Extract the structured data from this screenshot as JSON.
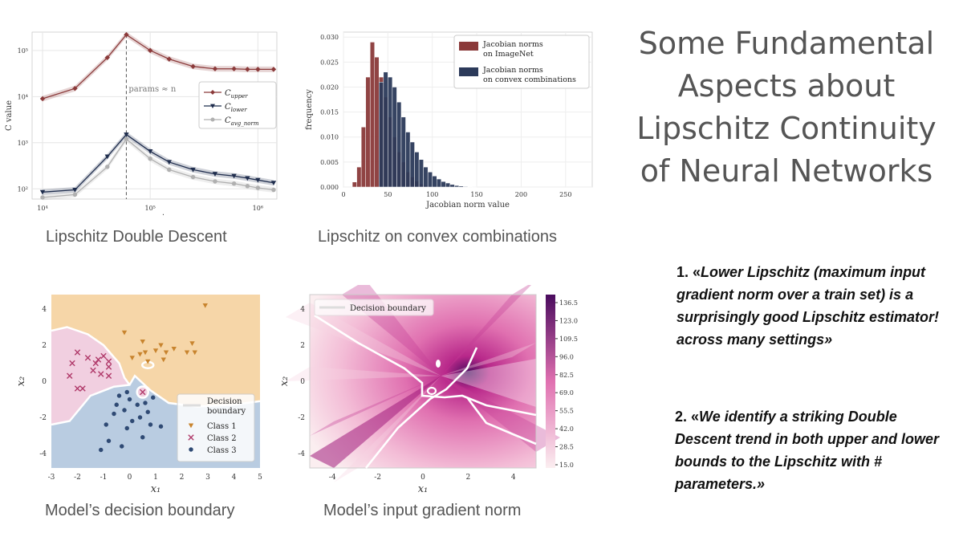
{
  "title": "Some Fundamental Aspects about Lipschitz Continuity of Neural Networks",
  "captions": {
    "double_descent": "Lipschitz Double Descent",
    "convex": "Lipschitz on convex combinations",
    "decision": "Model’s decision boundary",
    "gradient": "Model’s input gradient norm"
  },
  "points": [
    {
      "num": "1. «",
      "text": "Lower Lipschitz (maximum input gradient norm over a train set) is a surprisingly good Lipschitz estimator! across many settings»"
    },
    {
      "num": "2. «",
      "text": "We identify a striking Double Descent trend in both upper and lower bounds to the Lipschitz with # parameters.»"
    }
  ],
  "chart_data": [
    {
      "type": "line",
      "xlabel": "parameters",
      "ylabel": "C value",
      "xscale": "log",
      "yscale": "log",
      "xlim": [
        8000,
        1500000
      ],
      "ylim": [
        60,
        250000
      ],
      "xticks": [
        "10⁴",
        "10⁵",
        "10⁶"
      ],
      "yticks": [
        "10²",
        "10³",
        "10⁴",
        "10⁵"
      ],
      "grid": true,
      "legend_position": "right",
      "annotation": "params ≈ n",
      "vline_x": 60000,
      "series": [
        {
          "name": "C_upper",
          "color": "#8b3a3a",
          "marker": "diamond",
          "x": [
            10000,
            20000,
            40000,
            60000,
            100000,
            150000,
            250000,
            400000,
            600000,
            800000,
            1000000,
            1400000
          ],
          "y": [
            9000,
            15000,
            70000,
            220000,
            100000,
            65000,
            45000,
            40000,
            40000,
            39000,
            39000,
            39000
          ]
        },
        {
          "name": "C_lower",
          "color": "#1f2d4d",
          "marker": "triangle-down",
          "x": [
            10000,
            20000,
            40000,
            60000,
            100000,
            150000,
            250000,
            400000,
            600000,
            800000,
            1000000,
            1400000
          ],
          "y": [
            85,
            95,
            500,
            1500,
            650,
            380,
            260,
            210,
            190,
            170,
            155,
            135
          ]
        },
        {
          "name": "C_avg_norm",
          "color": "#b0b0b0",
          "marker": "circle",
          "x": [
            10000,
            20000,
            40000,
            60000,
            100000,
            150000,
            250000,
            400000,
            600000,
            800000,
            1000000,
            1400000
          ],
          "y": [
            65,
            75,
            300,
            1200,
            450,
            260,
            180,
            145,
            130,
            115,
            105,
            95
          ]
        }
      ]
    },
    {
      "type": "bar",
      "subtype": "histogram",
      "xlabel": "Jacobian norm value",
      "ylabel": "frequency",
      "xlim": [
        0,
        280
      ],
      "ylim": [
        0,
        0.031
      ],
      "xticks": [
        0,
        50,
        100,
        150,
        200,
        250
      ],
      "yticks": [
        "0.000",
        "0.005",
        "0.010",
        "0.015",
        "0.020",
        "0.025",
        "0.030"
      ],
      "bin_width": 5,
      "legend_position": "top-right",
      "series": [
        {
          "name": "Jacobian norms on ImageNet",
          "color": "#8b3a3a",
          "bin_start": [
            10,
            15,
            20,
            25,
            30,
            35,
            40,
            45,
            50,
            55,
            60,
            65,
            70,
            75,
            80,
            85,
            90,
            95
          ],
          "values": [
            0.001,
            0.004,
            0.012,
            0.022,
            0.029,
            0.026,
            0.022,
            0.018,
            0.014,
            0.01,
            0.007,
            0.005,
            0.003,
            0.002,
            0.0012,
            0.0006,
            0.0003,
            0.0001
          ]
        },
        {
          "name": "Jacobian norms on convex combinations",
          "color": "#2c3a5a",
          "bin_start": [
            40,
            45,
            50,
            55,
            60,
            65,
            70,
            75,
            80,
            85,
            90,
            95,
            100,
            105,
            110,
            115,
            120,
            125,
            130,
            135,
            140,
            145
          ],
          "values": [
            0.021,
            0.023,
            0.022,
            0.02,
            0.017,
            0.014,
            0.011,
            0.009,
            0.007,
            0.0055,
            0.004,
            0.003,
            0.0022,
            0.0016,
            0.0011,
            0.0008,
            0.0005,
            0.0003,
            0.0002,
            0.0001,
            6e-05,
            3e-05
          ]
        }
      ]
    },
    {
      "type": "scatter",
      "xlabel": "x₁",
      "ylabel": "x₂",
      "xlim": [
        -3,
        5
      ],
      "ylim": [
        -4.8,
        4.8
      ],
      "xticks": [
        -3,
        -2,
        -1,
        0,
        1,
        2,
        3,
        4,
        5
      ],
      "yticks": [
        -4,
        -2,
        0,
        2,
        4
      ],
      "legend_position": "bottom-right",
      "regions": {
        "Class 1": "#f6d6a8",
        "Class 2": "#f1cfe0",
        "Class 3": "#b9cce1"
      },
      "series": [
        {
          "name": "Class 1",
          "marker": "triangle-down",
          "color": "#c8842e",
          "points": [
            [
              2.9,
              4.2
            ],
            [
              -0.2,
              2.7
            ],
            [
              0.5,
              2.2
            ],
            [
              0.6,
              1.6
            ],
            [
              1.0,
              1.7
            ],
            [
              1.2,
              2.0
            ],
            [
              1.4,
              1.6
            ],
            [
              1.7,
              1.8
            ],
            [
              2.2,
              1.6
            ],
            [
              2.4,
              2.1
            ],
            [
              2.5,
              1.6
            ],
            [
              0.1,
              1.3
            ],
            [
              0.7,
              1.1
            ],
            [
              1.3,
              1.2
            ],
            [
              0.4,
              1.5
            ]
          ]
        },
        {
          "name": "Class 2",
          "marker": "x",
          "color": "#b03a6a",
          "points": [
            [
              -2.0,
              1.6
            ],
            [
              -2.2,
              1.0
            ],
            [
              -1.6,
              1.3
            ],
            [
              -1.4,
              0.6
            ],
            [
              -1.2,
              1.2
            ],
            [
              -1.0,
              1.4
            ],
            [
              -0.8,
              1.1
            ],
            [
              -1.1,
              0.4
            ],
            [
              -0.8,
              0.3
            ],
            [
              -2.0,
              -0.4
            ],
            [
              -1.8,
              -0.4
            ],
            [
              -2.3,
              0.3
            ],
            [
              -0.8,
              0.8
            ],
            [
              -1.3,
              1.0
            ],
            [
              0.5,
              -0.6
            ]
          ]
        },
        {
          "name": "Class 3",
          "marker": "circle",
          "color": "#2f4a74",
          "points": [
            [
              -0.4,
              -0.8
            ],
            [
              0.0,
              -1.0
            ],
            [
              0.3,
              -1.3
            ],
            [
              0.6,
              -1.2
            ],
            [
              -0.2,
              -1.6
            ],
            [
              -0.6,
              -1.8
            ],
            [
              0.1,
              -2.2
            ],
            [
              0.4,
              -2.0
            ],
            [
              0.7,
              -1.7
            ],
            [
              -0.9,
              -2.4
            ],
            [
              -0.1,
              -2.6
            ],
            [
              0.8,
              -2.4
            ],
            [
              1.2,
              -2.5
            ],
            [
              0.5,
              -3.1
            ],
            [
              -0.8,
              -3.3
            ],
            [
              -0.3,
              -3.6
            ],
            [
              -1.1,
              -3.8
            ],
            [
              -0.5,
              -1.3
            ],
            [
              0.9,
              -0.9
            ],
            [
              -0.1,
              -0.6
            ]
          ]
        }
      ]
    },
    {
      "type": "heatmap",
      "xlabel": "x₁",
      "ylabel": "x₂",
      "xlim": [
        -5,
        5
      ],
      "ylim": [
        -4.8,
        4.8
      ],
      "xticks": [
        -4,
        -2,
        0,
        2,
        4
      ],
      "yticks": [
        -4,
        -2,
        0,
        2,
        4
      ],
      "legend_position": "top-left",
      "legend_label": "Decision boundary",
      "colorbar_ticks": [
        "136.5",
        "123.0",
        "109.5",
        "96.0",
        "82.5",
        "69.0",
        "55.5",
        "42.0",
        "28.5",
        "15.0"
      ],
      "colorbar_range": [
        15.0,
        136.5
      ],
      "colors": {
        "low": "#fbeef0",
        "mid": "#e070b0",
        "high": "#4a0c5e"
      }
    }
  ]
}
